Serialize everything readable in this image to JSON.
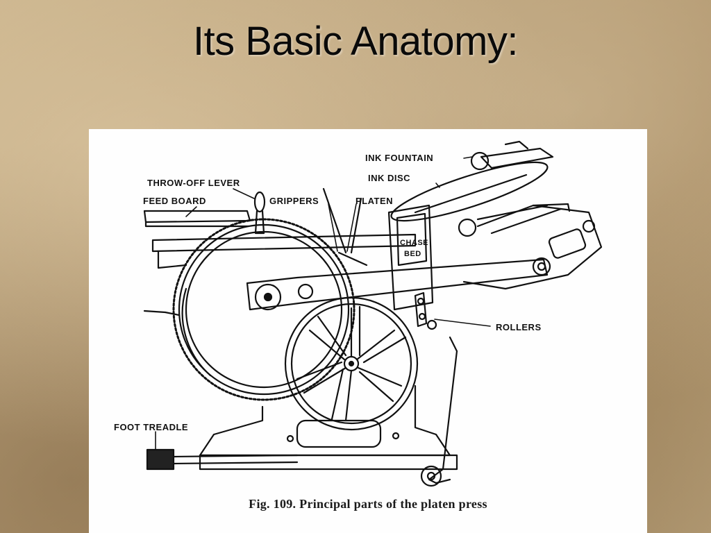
{
  "slide": {
    "title": "Its Basic Anatomy:"
  },
  "figure": {
    "labels": {
      "ink_fountain": "INK FOUNTAIN",
      "ink_disc": "INK DISC",
      "throw_off_lever": "THROW-OFF LEVER",
      "feed_board": "FEED BOARD",
      "grippers": "GRIPPERS",
      "platen": "PLATEN",
      "chase": "CHASE",
      "bed": "BED",
      "rollers": "ROLLERS",
      "foot_treadle": "FOOT TREADLE"
    },
    "caption": "Fig. 109. Principal parts of the platen press"
  }
}
